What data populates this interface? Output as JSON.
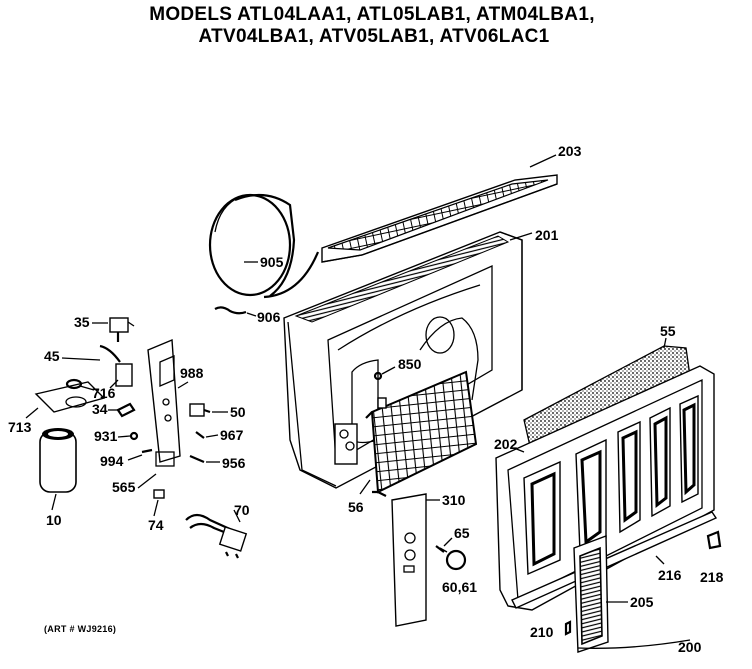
{
  "header": {
    "line1": "MODELS ATL04LAA1, ATL05LAB1, ATM04LBA1,",
    "line2": "ATV04LBA1, ATV05LAB1, ATV06LAC1"
  },
  "footer": {
    "art_number": "(ART # WJ9216)"
  },
  "parts": {
    "p203": "203",
    "p201": "201",
    "p905": "905",
    "p906": "906",
    "p850": "850",
    "p55": "55",
    "p202": "202",
    "p35": "35",
    "p45": "45",
    "p716": "716",
    "p713": "713",
    "p988": "988",
    "p34": "34",
    "p50": "50",
    "p931": "931",
    "p967": "967",
    "p994": "994",
    "p956": "956",
    "p565": "565",
    "p10": "10",
    "p74": "74",
    "p70": "70",
    "p56": "56",
    "p310": "310",
    "p65": "65",
    "p6061": "60,61",
    "p216": "216",
    "p218": "218",
    "p205": "205",
    "p210": "210",
    "p200": "200"
  }
}
